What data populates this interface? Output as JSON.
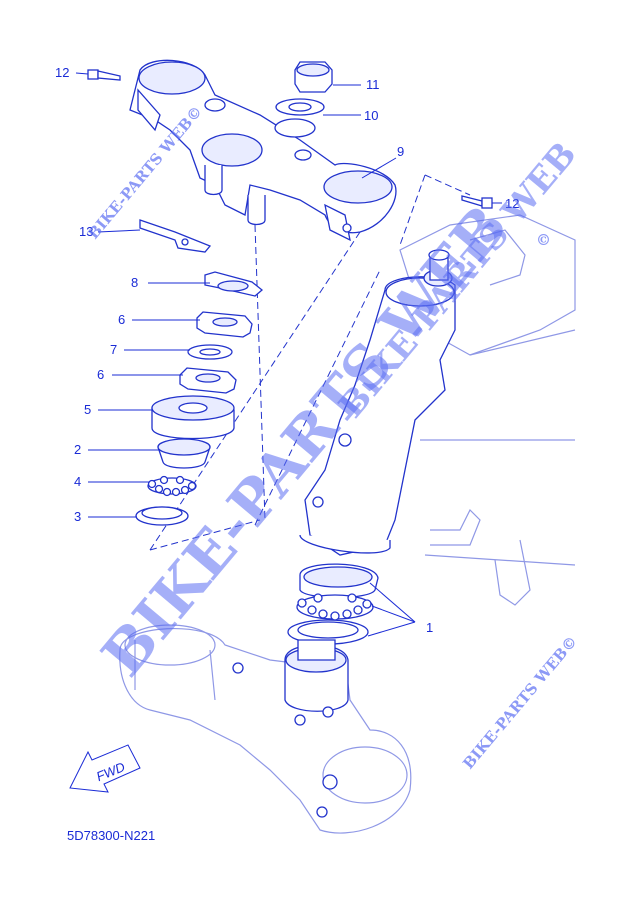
{
  "diagram_code": "5D78300-N221",
  "fwd_label": "FWD",
  "watermarks": {
    "main": "BIKE-PARTS WEB",
    "upper": "BIKE-PARTS WEB",
    "small_top": "BIKE-PARTS WEB©",
    "small_bottom": "BIKE-PARTS WEB©",
    "copyright_mark": "©"
  },
  "callouts": {
    "c1": "1",
    "c2": "2",
    "c3": "3",
    "c4": "4",
    "c5": "5",
    "c6a": "6",
    "c6b": "6",
    "c7": "7",
    "c8": "8",
    "c9": "9",
    "c10": "10",
    "c11": "11",
    "c12a": "12",
    "c12b": "12",
    "c13": "13"
  },
  "colors": {
    "line": "#2233cc",
    "label": "#1a2bd6",
    "watermark": "#5b6df2"
  }
}
